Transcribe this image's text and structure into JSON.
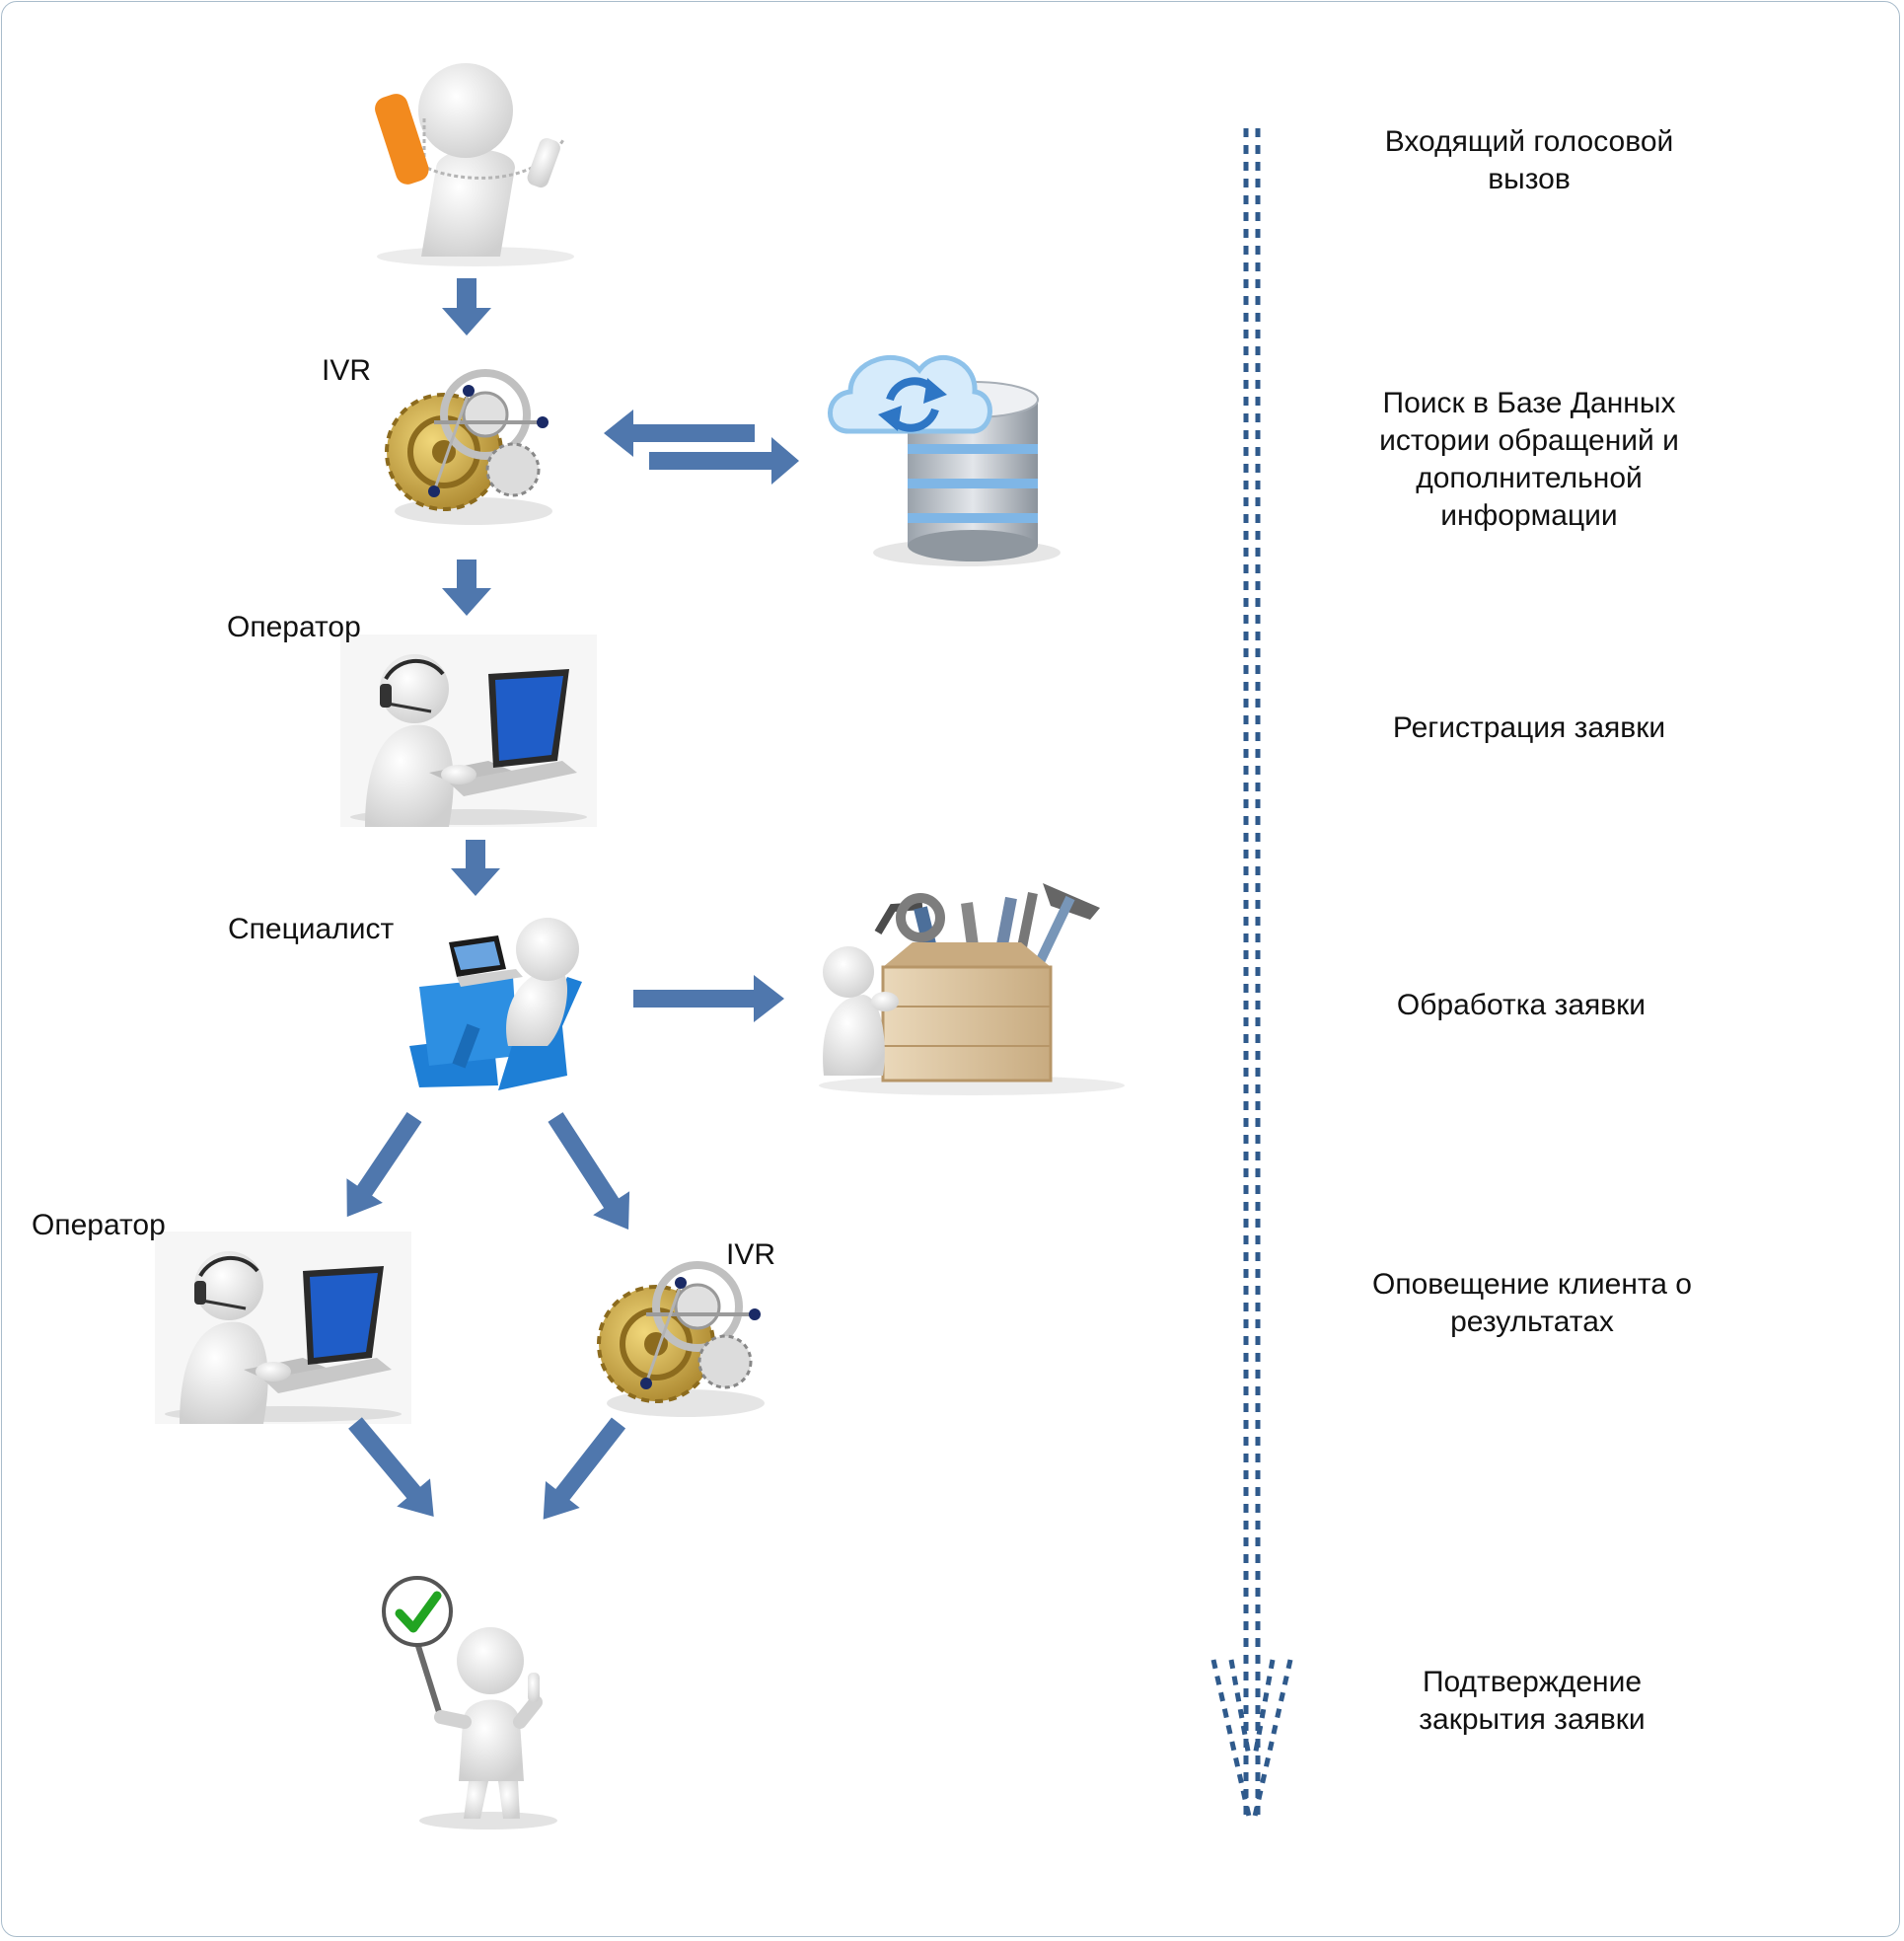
{
  "labels": {
    "ivr_top": "IVR",
    "operator_top": "Оператор",
    "specialist": "Специалист",
    "operator_bottom": "Оператор",
    "ivr_bottom": "IVR"
  },
  "steps": [
    {
      "lines": [
        "Входящий голосовой",
        "вызов"
      ]
    },
    {
      "lines": [
        "Поиск в Базе Данных",
        "истории обращений и",
        "дополнительной",
        "информации"
      ]
    },
    {
      "lines": [
        "Регистрация заявки"
      ]
    },
    {
      "lines": [
        "Обработка заявки"
      ]
    },
    {
      "lines": [
        "Оповещение клиента о",
        "результатах"
      ]
    },
    {
      "lines": [
        "Подтверждение",
        "закрытия заявки"
      ]
    }
  ],
  "colors": {
    "arrow": "#4f77ad",
    "timeline": "#2f5a8c",
    "frame_border": "#a9bccb",
    "figure": "#e8e8e8",
    "laptop_screen": "#1f5dc8",
    "gear": "#c9a640",
    "database": "#b7bec6",
    "cloud": "#8ec2ea",
    "chair": "#1e7fd6",
    "toolbox": "#d8bf99",
    "check": "#22a422"
  },
  "icons": {
    "caller": "caller-figure-icon",
    "ivr": "gears-icon",
    "database": "cloud-database-icon",
    "operator": "operator-laptop-icon",
    "specialist": "specialist-desk-icon",
    "toolbox": "toolbox-icon",
    "confirmation": "checkmark-figure-icon"
  }
}
